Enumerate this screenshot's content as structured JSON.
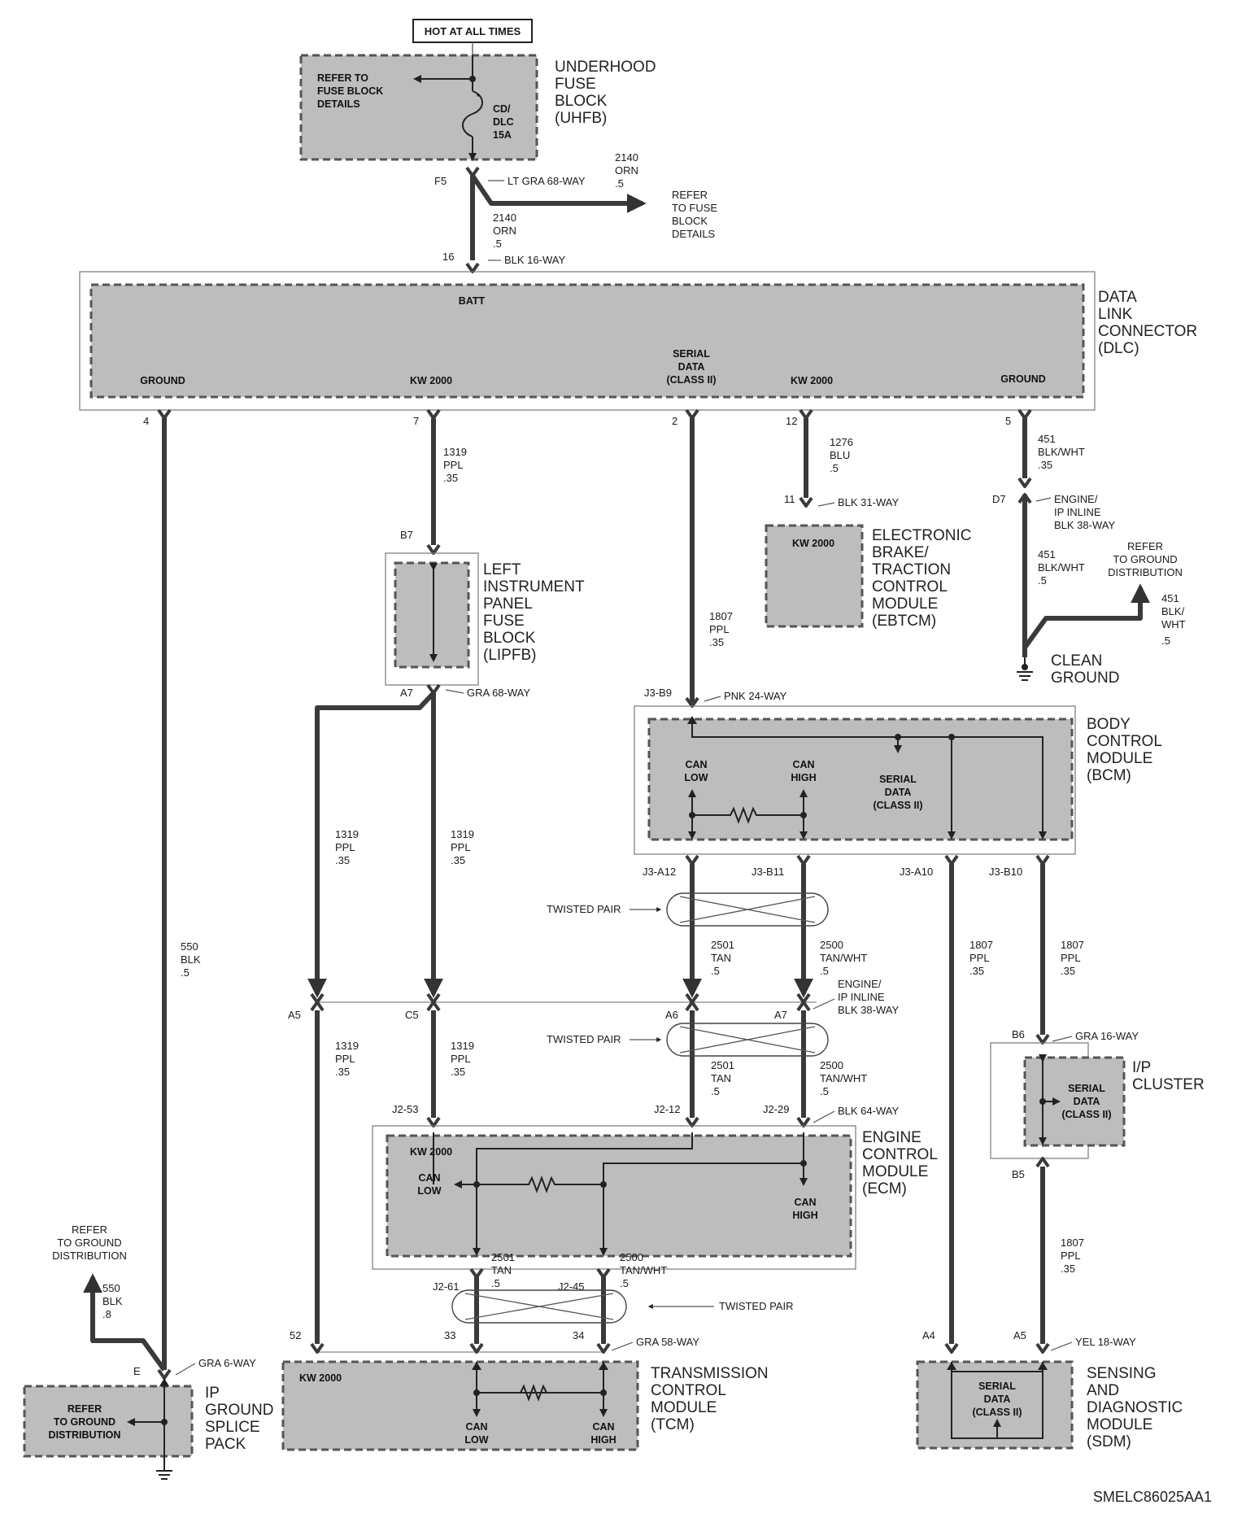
{
  "hot_label": "HOT AT ALL TIMES",
  "uhfb": {
    "title": [
      "UNDERHOOD",
      "FUSE",
      "BLOCK",
      "(UHFB)"
    ],
    "refer": [
      "REFER TO",
      "FUSE BLOCK",
      "DETAILS"
    ],
    "fuse": [
      "CD/",
      "DLC",
      "15A"
    ],
    "connector": "F5",
    "connector_name": "LT GRA 68-WAY"
  },
  "wire_2140_a": [
    "2140",
    "ORN",
    ".5"
  ],
  "wire_2140_b": [
    "2140",
    "ORN",
    ".5"
  ],
  "refer_fuse_right": [
    "REFER",
    "TO FUSE",
    "BLOCK",
    "DETAILS"
  ],
  "dlc": {
    "title": [
      "DATA",
      "LINK",
      "CONNECTOR",
      "(DLC)"
    ],
    "pin_in": "16",
    "pin_in_name": "BLK 16-WAY",
    "batt": "BATT",
    "ground_left": "GROUND",
    "kw_left": "KW 2000",
    "serial": [
      "SERIAL",
      "DATA",
      "(CLASS II)"
    ],
    "kw_right": "KW 2000",
    "ground_right": "GROUND",
    "pins": [
      "4",
      "7",
      "2",
      "12",
      "5"
    ]
  },
  "wire_1319_top": [
    "1319",
    "PPL",
    ".35"
  ],
  "wire_1276": [
    "1276",
    "BLU",
    ".5"
  ],
  "wire_451_a": [
    "451",
    "BLK/WHT",
    ".35"
  ],
  "ebtcm": {
    "pin": "11",
    "pin_name": "BLK 31-WAY",
    "inner": "KW 2000",
    "title": [
      "ELECTRONIC",
      "BRAKE/",
      "TRACTION",
      "CONTROL",
      "MODULE",
      "(EBTCM)"
    ]
  },
  "d7": {
    "pin": "D7",
    "name": [
      "ENGINE/",
      "IP INLINE",
      "BLK 38-WAY"
    ]
  },
  "wire_451_b": [
    "451",
    "BLK/WHT",
    ".5"
  ],
  "refer_ground_right": [
    "REFER",
    "TO GROUND",
    "DISTRIBUTION"
  ],
  "wire_451_c": [
    "451",
    "BLK/",
    "WHT",
    ".5"
  ],
  "clean_ground": [
    "CLEAN",
    "GROUND"
  ],
  "lipfb": {
    "pin_top": "B7",
    "title": [
      "LEFT",
      "INSTRUMENT",
      "PANEL",
      "FUSE",
      "BLOCK",
      "(LIPFB)"
    ],
    "pin_bottom": "A7",
    "pin_bottom_name": "GRA 68-WAY"
  },
  "wire_1807_a": [
    "1807",
    "PPL",
    ".35"
  ],
  "bcm": {
    "pin_top": "J3-B9",
    "pin_top_name": "PNK 24-WAY",
    "title": [
      "BODY",
      "CONTROL",
      "MODULE",
      "(BCM)"
    ],
    "can_low": [
      "CAN",
      "LOW"
    ],
    "can_high": [
      "CAN",
      "HIGH"
    ],
    "serial": [
      "SERIAL",
      "DATA",
      "(CLASS II)"
    ],
    "pins_bottom": [
      "J3-A12",
      "J3-B11",
      "J3-A10",
      "J3-B10"
    ]
  },
  "wire_1319_l": [
    "1319",
    "PPL",
    ".35"
  ],
  "wire_1319_r": [
    "1319",
    "PPL",
    ".35"
  ],
  "twisted_pair": "TWISTED PAIR",
  "wire_2501_a": [
    "2501",
    "TAN",
    ".5"
  ],
  "wire_2500_a": [
    "2500",
    "TAN/WHT",
    ".5"
  ],
  "wire_1807_b": [
    "1807",
    "PPL",
    ".35"
  ],
  "wire_1807_c": [
    "1807",
    "PPL",
    ".35"
  ],
  "wire_550_a": [
    "550",
    "BLK",
    ".5"
  ],
  "inline": {
    "name": [
      "ENGINE/",
      "IP INLINE",
      "BLK 38-WAY"
    ],
    "pins": [
      "A5",
      "C5",
      "A6",
      "A7"
    ]
  },
  "wire_1319_l2": [
    "1319",
    "PPL",
    ".35"
  ],
  "wire_1319_r2": [
    "1319",
    "PPL",
    ".35"
  ],
  "wire_2501_b": [
    "2501",
    "TAN",
    ".5"
  ],
  "wire_2500_b": [
    "2500",
    "TAN/WHT",
    ".5"
  ],
  "ipc": {
    "pin_top": "B6",
    "pin_top_name": "GRA 16-WAY",
    "title": [
      "I/P",
      "CLUSTER"
    ],
    "serial": [
      "SERIAL",
      "DATA",
      "(CLASS II)"
    ],
    "pin_bottom": "B5"
  },
  "ecm": {
    "pins_top": [
      "J2-53",
      "J2-12",
      "J2-29"
    ],
    "pin_top_name": "BLK 64-WAY",
    "inner": "KW 2000",
    "can_low": [
      "CAN",
      "LOW"
    ],
    "can_high": [
      "CAN",
      "HIGH"
    ],
    "title": [
      "ENGINE",
      "CONTROL",
      "MODULE",
      "(ECM)"
    ],
    "pins_bottom": [
      "J2-61",
      "J2-45"
    ]
  },
  "wire_2501_c": [
    "2501",
    "TAN",
    ".5"
  ],
  "wire_2500_c": [
    "2500",
    "TAN/WHT",
    ".5"
  ],
  "wire_1807_d": [
    "1807",
    "PPL",
    ".35"
  ],
  "refer_ground_left": [
    "REFER",
    "TO GROUND",
    "DISTRIBUTION"
  ],
  "wire_550_b": [
    "550",
    "BLK",
    ".8"
  ],
  "tcm": {
    "pins": [
      "52",
      "33",
      "34"
    ],
    "pin_name": "GRA 58-WAY",
    "inner": "KW 2000",
    "can_low": [
      "CAN",
      "LOW"
    ],
    "can_high": [
      "CAN",
      "HIGH"
    ],
    "title": [
      "TRANSMISSION",
      "CONTROL",
      "MODULE",
      "(TCM)"
    ]
  },
  "sdm": {
    "pins": [
      "A4",
      "A5"
    ],
    "pin_name": "YEL 18-WAY",
    "serial": [
      "SERIAL",
      "DATA",
      "(CLASS II)"
    ],
    "title": [
      "SENSING",
      "AND",
      "DIAGNOSTIC",
      "MODULE",
      "(SDM)"
    ]
  },
  "ipgsp": {
    "pin": "E",
    "pin_name": "GRA 6-WAY",
    "refer": [
      "REFER",
      "TO GROUND",
      "DISTRIBUTION"
    ],
    "title": [
      "IP",
      "GROUND",
      "SPLICE",
      "PACK"
    ]
  },
  "figure_id": "SMELC86025AA1"
}
